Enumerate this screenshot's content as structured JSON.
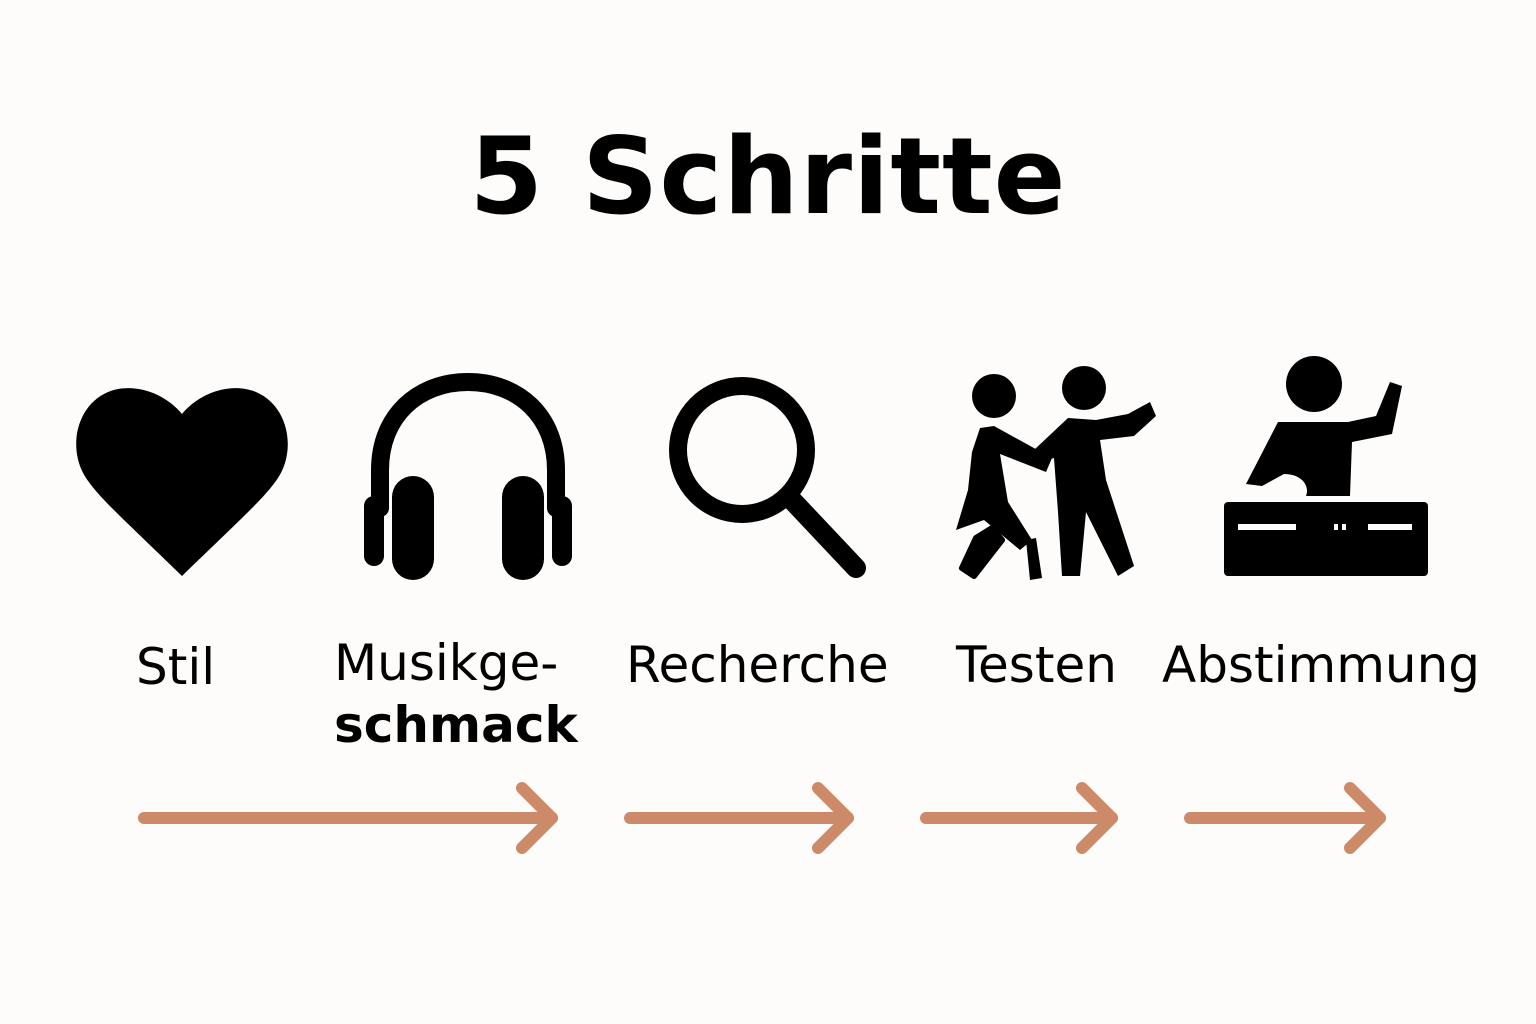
{
  "title": "5 Schritte",
  "steps": [
    {
      "icon": "heart-icon",
      "label": "Stil"
    },
    {
      "icon": "headphones-icon",
      "label_line1": "Musikge-",
      "label_line2": "schmack"
    },
    {
      "icon": "magnifier-icon",
      "label": "Recherche"
    },
    {
      "icon": "dancing-couple-icon",
      "label": "Testen"
    },
    {
      "icon": "dj-icon",
      "label": "Abstimmung"
    }
  ],
  "colors": {
    "background": "#fdfcfa",
    "icon": "#000000",
    "arrow": "#cc8a68"
  },
  "arrows": [
    {
      "name": "arrow-1-to-2"
    },
    {
      "name": "arrow-2-to-3"
    },
    {
      "name": "arrow-3-to-4"
    },
    {
      "name": "arrow-4-to-5"
    }
  ]
}
